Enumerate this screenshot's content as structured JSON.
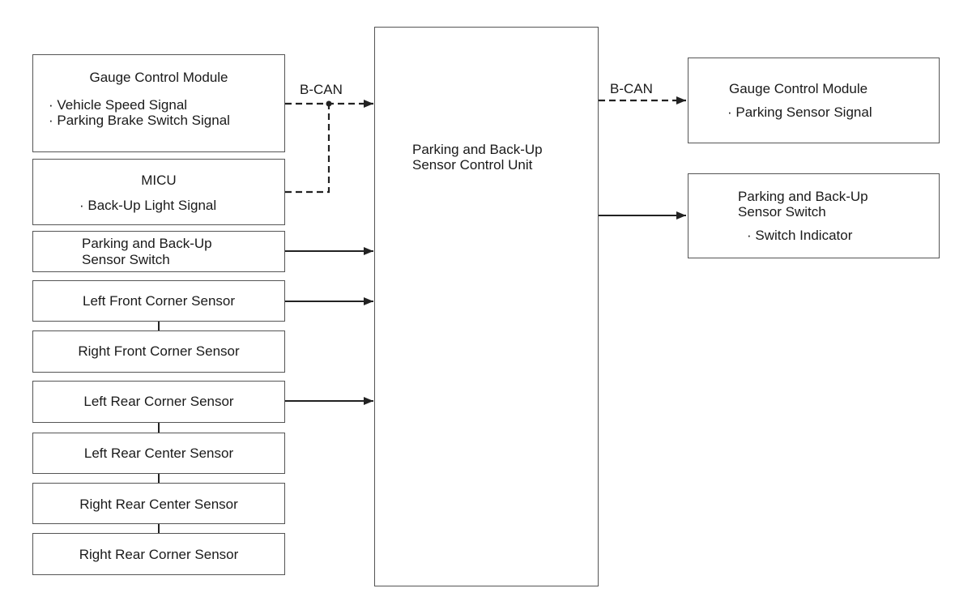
{
  "inputs": {
    "gauge_control_module": {
      "title": "Gauge Control Module",
      "signals": [
        "· Vehicle Speed Signal",
        "· Parking Brake Switch Signal"
      ]
    },
    "micu": {
      "title": "MICU",
      "signals": [
        "· Back-Up Light Signal"
      ]
    },
    "parking_switch": {
      "line1": "Parking and Back-Up",
      "line2": "Sensor Switch"
    },
    "sensors": [
      "Left Front Corner Sensor",
      "Right Front Corner Sensor",
      "Left Rear Corner Sensor",
      "Left Rear Center Sensor",
      "Right Rear Center Sensor",
      "Right Rear Corner Sensor"
    ],
    "bus_label": "B-CAN"
  },
  "control_unit": {
    "line1": "Parking and Back-Up",
    "line2": "Sensor Control Unit"
  },
  "outputs": {
    "bus_label": "B-CAN",
    "gauge_control_module": {
      "title": "Gauge Control Module",
      "signals": [
        "· Parking Sensor Signal"
      ]
    },
    "parking_switch": {
      "line1": "Parking and Back-Up",
      "line2": "Sensor Switch",
      "signals": [
        "· Switch Indicator"
      ]
    }
  },
  "colors": {
    "line": "#222222",
    "border": "#555555"
  }
}
